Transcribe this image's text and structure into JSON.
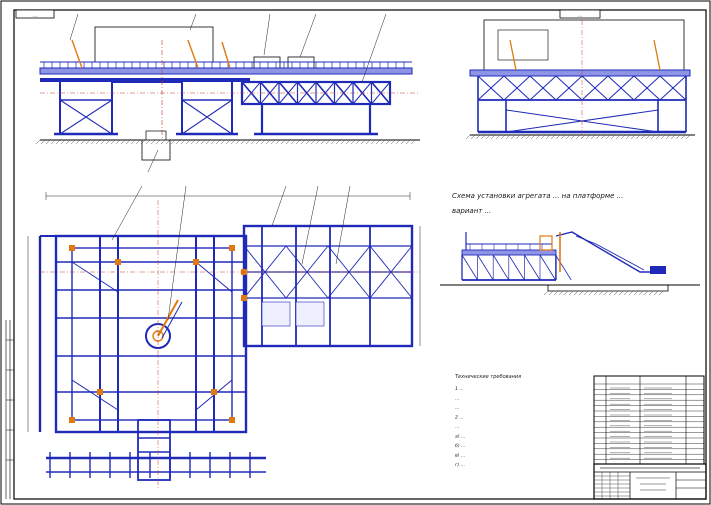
{
  "colors": {
    "frame": "#000000",
    "structure": "#1f2ab8",
    "structure_dark": "#121a80",
    "accent": "#e07a10",
    "hatch": "#555555",
    "axis": "#c0392b"
  },
  "elevation_caption": {
    "line1": "Схема установки агрегата ...  на платформе ...",
    "line2": "вариант ..."
  },
  "notes": {
    "header": "Технические требования",
    "lines": [
      "1 ...",
      "...",
      "...",
      "2 ...",
      "...",
      "а) ...",
      "б) ...",
      "в) ...",
      "г) ..."
    ]
  },
  "stamps": {
    "top_left": "...",
    "top_right": "..."
  }
}
